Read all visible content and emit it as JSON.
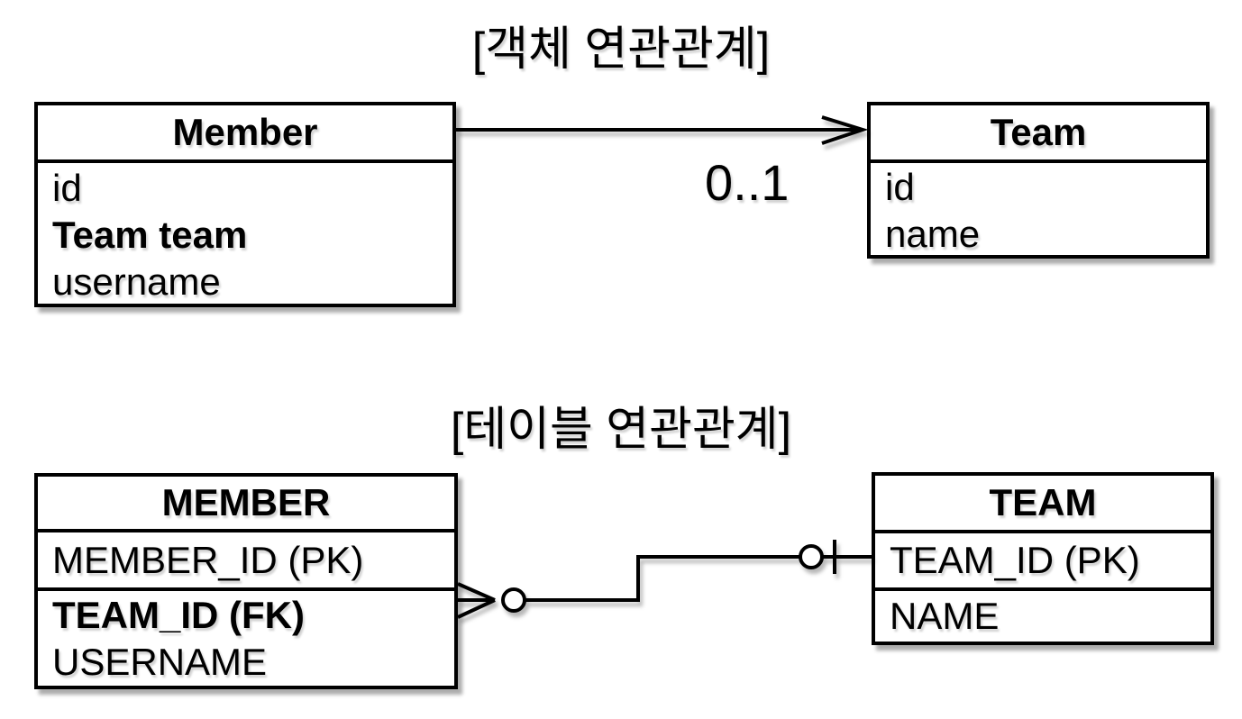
{
  "page": {
    "background_color": "#ffffff",
    "ink_color": "#000000"
  },
  "object_section": {
    "title": "[객체 연관관계]",
    "member_class": {
      "title": "Member",
      "fields": [
        {
          "text": "id",
          "bold": false
        },
        {
          "text": "Team team",
          "bold": true
        },
        {
          "text": "username",
          "bold": false
        }
      ]
    },
    "team_class": {
      "title": "Team",
      "fields": [
        {
          "text": "id",
          "bold": false
        },
        {
          "text": "name",
          "bold": false
        }
      ]
    },
    "association": {
      "multiplicity_label": "0..1",
      "direction": "Member → Team",
      "arrow_style": "open-arrowhead"
    }
  },
  "table_section": {
    "title": "[테이블 연관관계]",
    "member_table": {
      "title": "MEMBER",
      "pk_row": "MEMBER_ID (PK)",
      "rows": [
        {
          "text": "TEAM_ID (FK)",
          "bold": true
        },
        {
          "text": "USERNAME",
          "bold": false
        }
      ]
    },
    "team_table": {
      "title": "TEAM",
      "pk_row": "TEAM_ID (PK)",
      "name_row": "NAME"
    },
    "relationship": {
      "member_end_notation": "zero-or-many-crows-foot-with-circle",
      "team_end_notation": "zero-or-one-circle-with-bar"
    }
  }
}
